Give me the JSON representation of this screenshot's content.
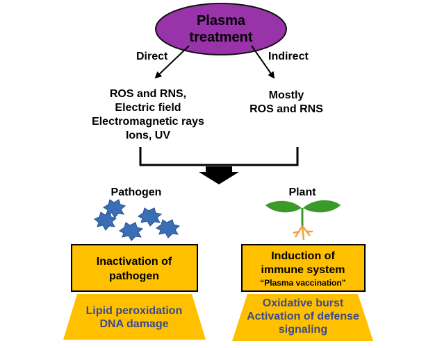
{
  "top_node": {
    "line1": "Plasma",
    "line2": "treatment"
  },
  "branches": {
    "direct": {
      "label": "Direct",
      "items": [
        "ROS and RNS,",
        "Electric field",
        "Electromagnetic rays",
        "Ions, UV"
      ]
    },
    "indirect": {
      "label": "Indirect",
      "items": [
        "Mostly",
        "ROS and RNS"
      ]
    }
  },
  "pathogen": {
    "title": "Pathogen",
    "box": [
      "Inactivation of",
      "pathogen"
    ],
    "effects": [
      "Lipid peroxidation",
      "DNA damage"
    ]
  },
  "plant": {
    "title": "Plant",
    "box": [
      "Induction of",
      "immune system",
      "“Plasma vaccination”"
    ],
    "effects": [
      "Oxidative burst",
      "Activation of defense",
      "signaling"
    ]
  },
  "colors": {
    "ellipse_fill": "#9933aa",
    "box_fill": "#ffc000",
    "effect_fill": "#ffc000",
    "effect_text": "#3b4a8c",
    "pathogen_fill": "#3a6fb5",
    "leaf_fill": "#3a9a2a",
    "root_fill": "#f0a040"
  }
}
